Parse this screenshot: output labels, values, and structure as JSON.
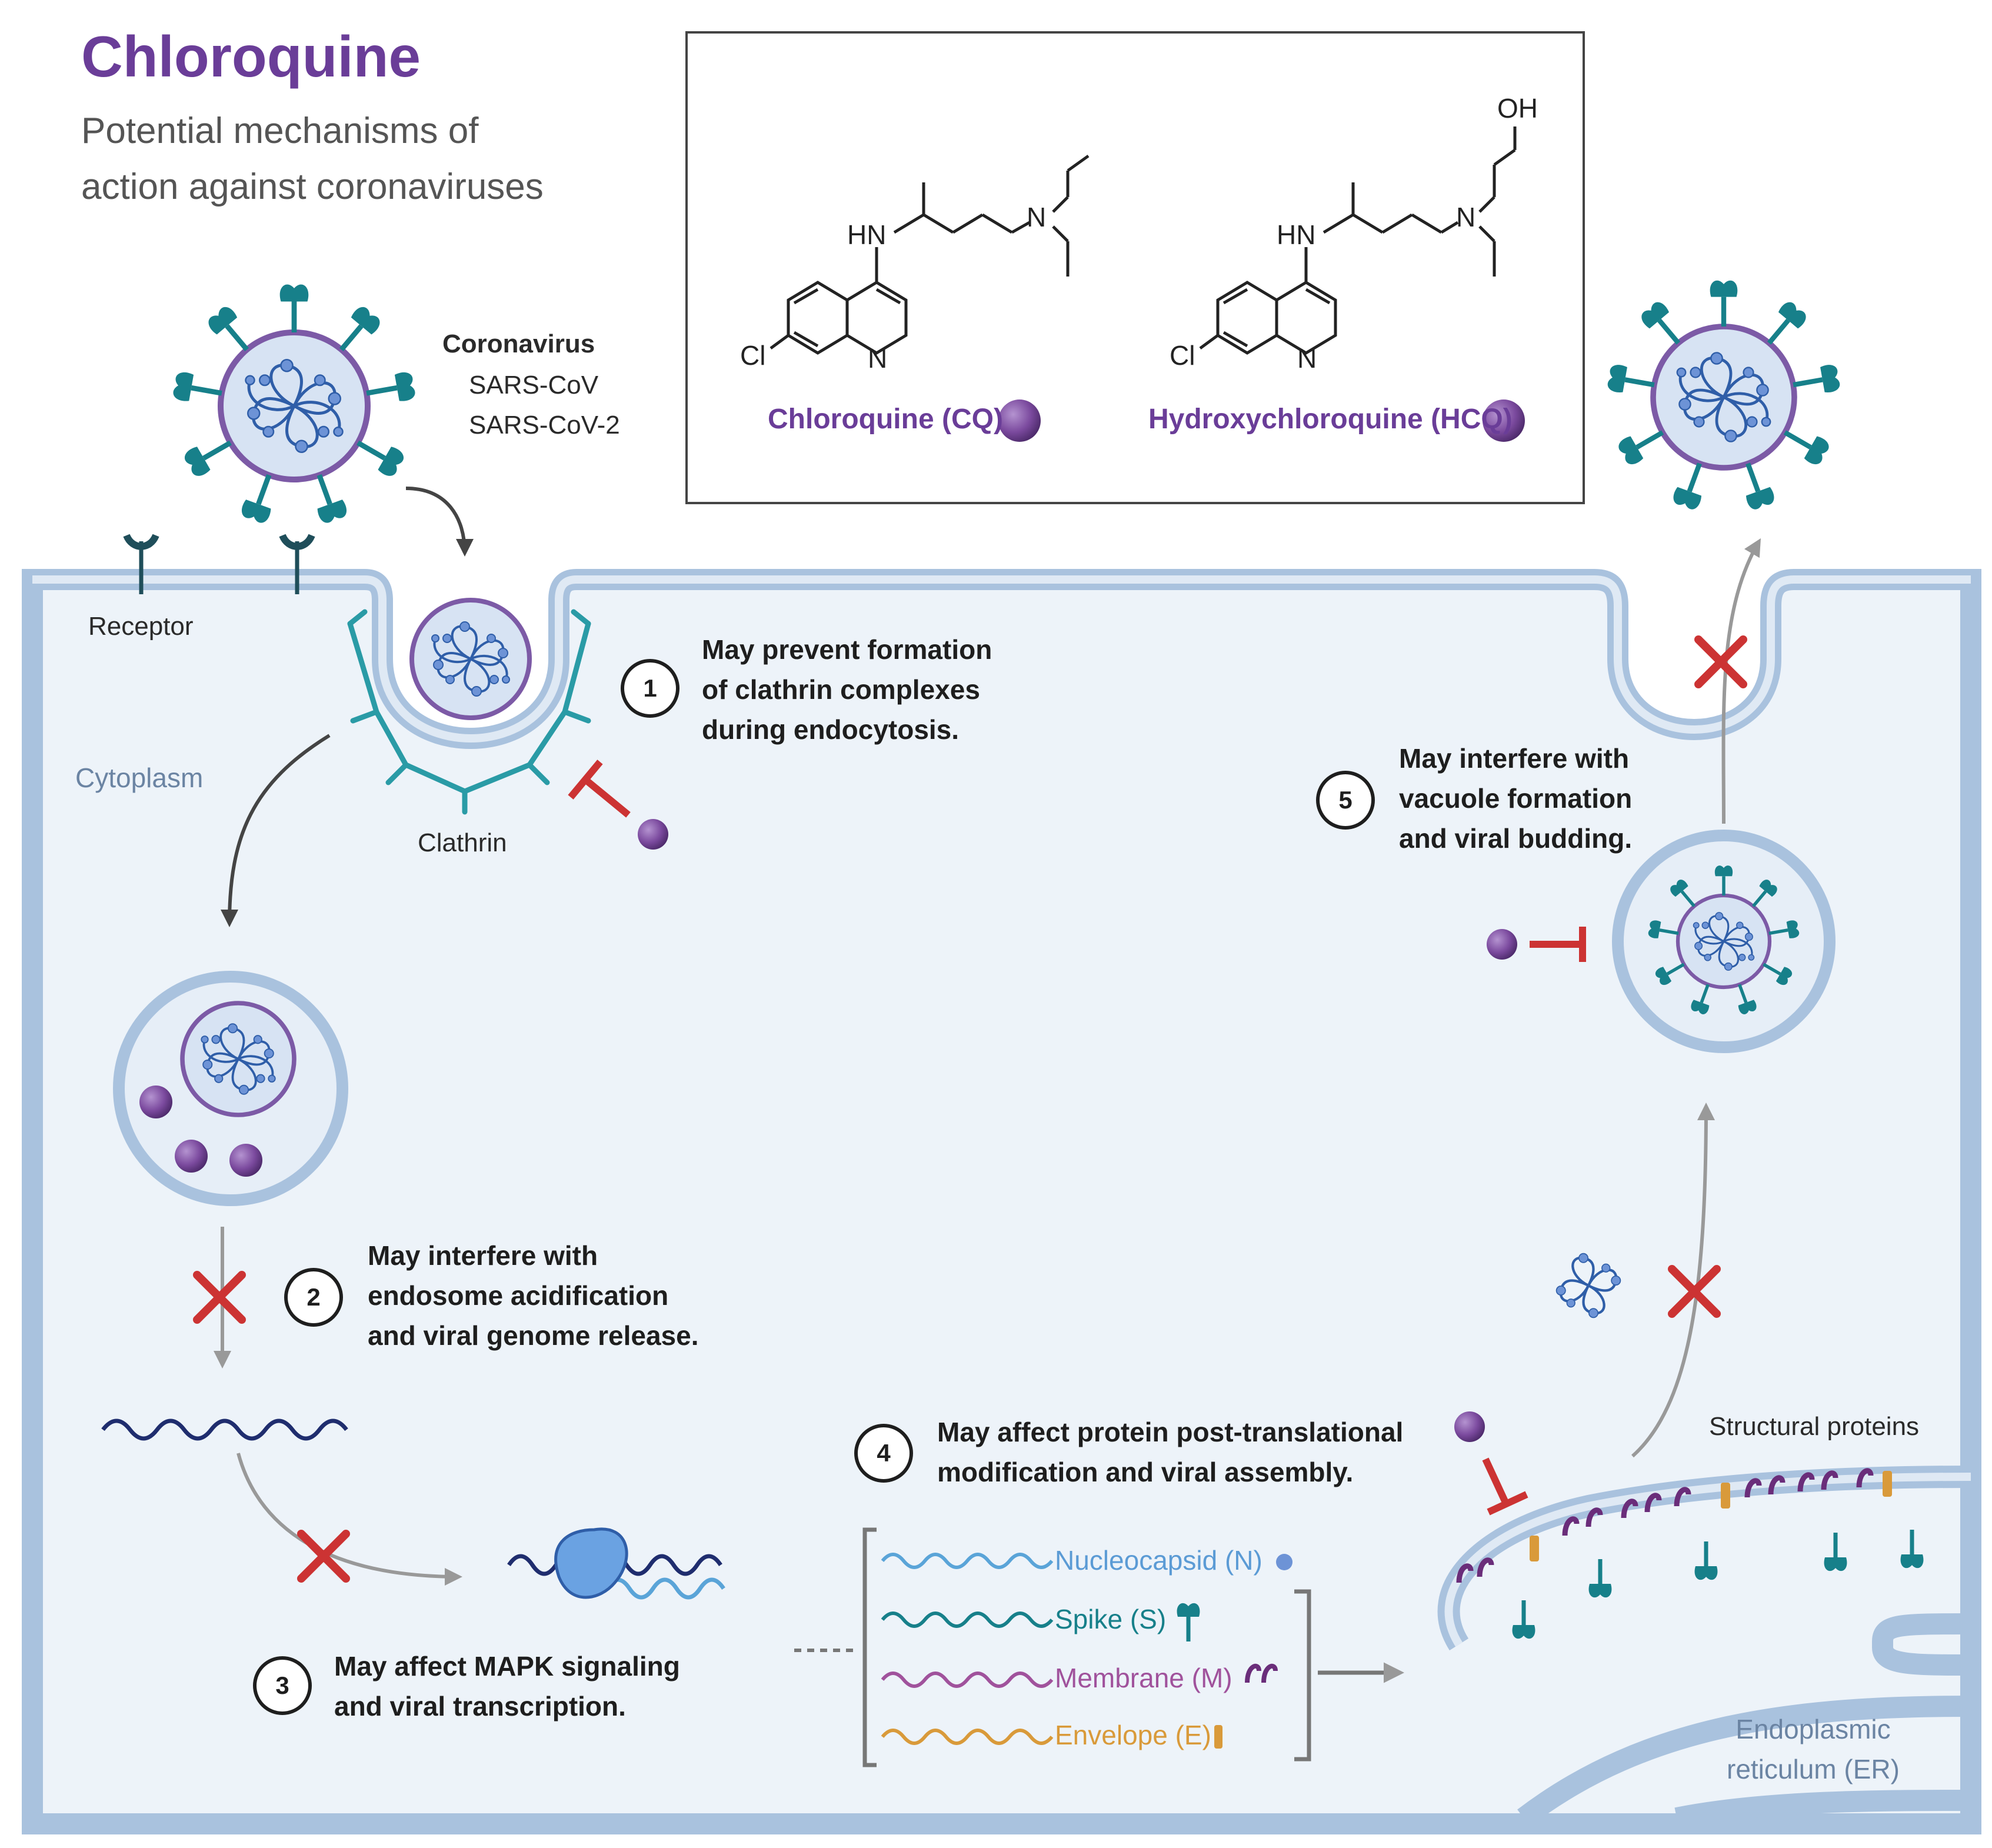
{
  "header": {
    "title": "Chloroquine",
    "subtitle_line1": "Potential mechanisms of",
    "subtitle_line2": "action against coronaviruses"
  },
  "drugs_box": {
    "cq": {
      "name": "Chloroquine (CQ)",
      "cl": "Cl",
      "n_ring": "N",
      "hn": "HN",
      "n_amine": "N"
    },
    "hcq": {
      "name": "Hydroxychloroquine (HCQ)",
      "cl": "Cl",
      "n_ring": "N",
      "hn": "HN",
      "n_amine": "N",
      "oh": "OH"
    }
  },
  "labels": {
    "coronavirus": "Coronavirus",
    "sars_cov": "SARS-CoV",
    "sars_cov_2": "SARS-CoV-2",
    "receptor": "Receptor",
    "cytoplasm": "Cytoplasm",
    "clathrin": "Clathrin",
    "structural_proteins": "Structural proteins",
    "er_line1": "Endoplasmic",
    "er_line2": "reticulum (ER)"
  },
  "steps": [
    {
      "num": "1",
      "lines": [
        "May prevent formation",
        "of clathrin complexes",
        "during endocytosis."
      ]
    },
    {
      "num": "2",
      "lines": [
        "May interfere with",
        "endosome acidification",
        "and viral genome release."
      ]
    },
    {
      "num": "3",
      "lines": [
        "May affect MAPK signaling",
        "and viral transcription."
      ]
    },
    {
      "num": "4",
      "lines": [
        "May affect protein post-translational",
        "modification and viral assembly."
      ]
    },
    {
      "num": "5",
      "lines": [
        "May interfere with",
        "vacuole formation",
        "and viral budding."
      ]
    }
  ],
  "proteins": [
    {
      "label": "Nucleocapsid (N)",
      "color": "#5b9bd5",
      "icon": "dot-icon"
    },
    {
      "label": "Spike (S)",
      "color": "#17808a",
      "icon": "spike-icon"
    },
    {
      "label": "Membrane (M)",
      "color": "#a0529c",
      "icon": "membrane-icon"
    },
    {
      "label": "Envelope (E)",
      "color": "#d99a3a",
      "icon": "envelope-icon"
    }
  ],
  "colors": {
    "title": "#6a3d98",
    "membrane_fill": "#c9d9ea",
    "cytoplasm_fill": "#edf3f9",
    "inhibit": "#cc3333",
    "drug": "#7b4a9e",
    "clathrin": "#2a9ba6",
    "rna": "#1f2d6e"
  }
}
